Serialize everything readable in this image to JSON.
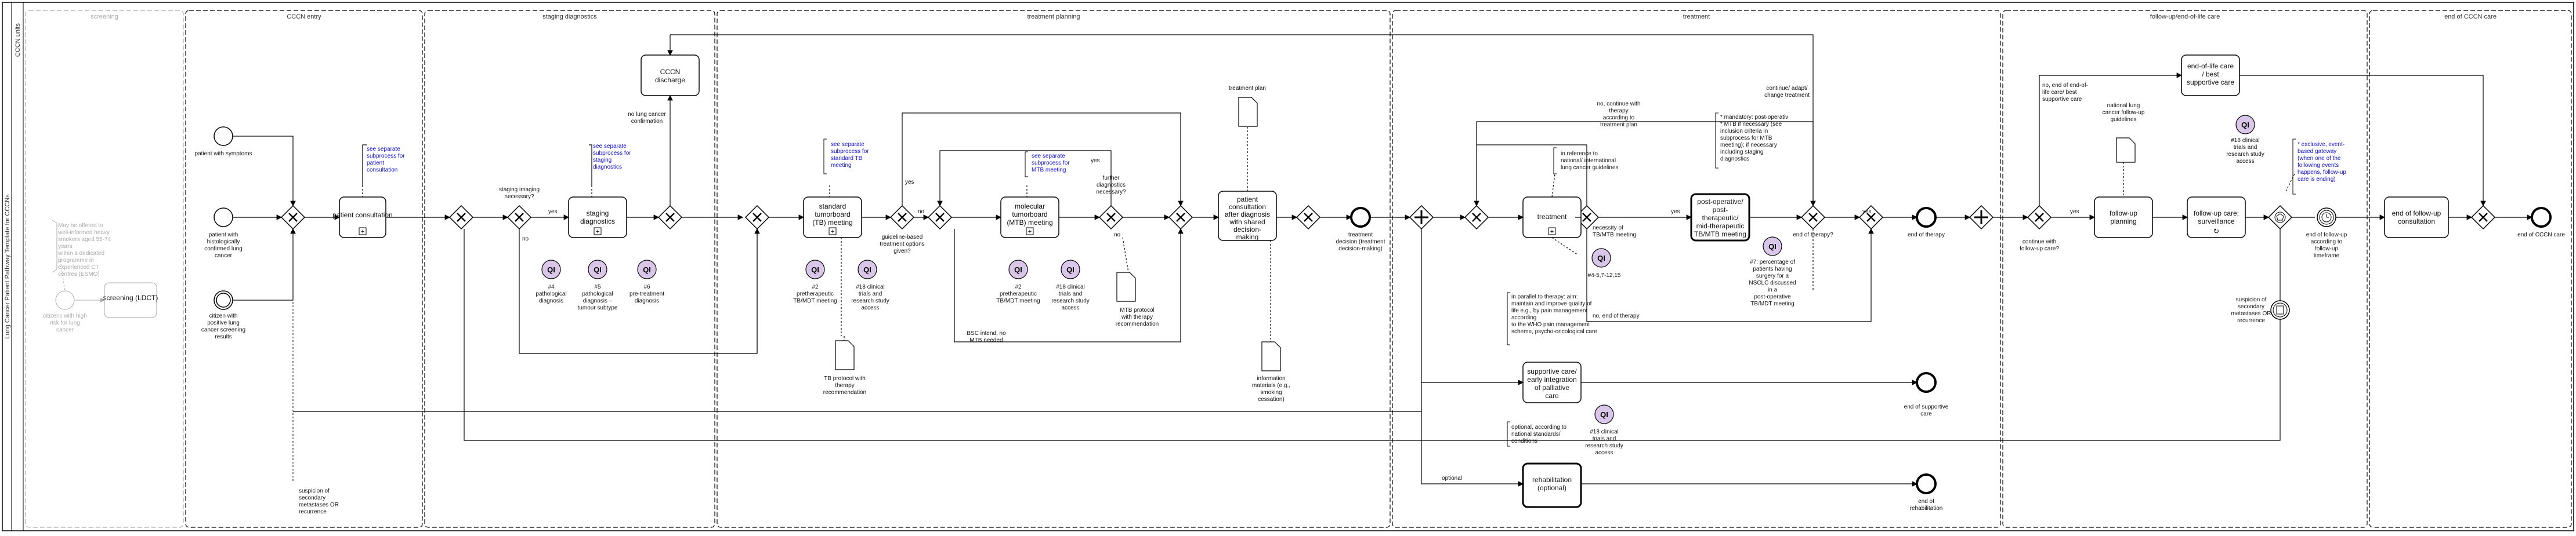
{
  "diagram": {
    "pool_title": "Lung Cancer Patient Pathway Template for CCCNs",
    "lane_title": "CCCN units",
    "phases": [
      "screening",
      "CCCN entry",
      "staging diagnostics",
      "treatment planning",
      "treatment",
      "follow-up/end-of-life care",
      "end of CCCN care"
    ],
    "screening": {
      "note": "May be offered to well-informed heavy smokers aged 55-74 years within a dedicated programme in experienced CT centres (ESMO)",
      "start": "citizens with high risk for lung cancer",
      "task": "screening (LDCT)"
    },
    "entry": {
      "start1": "patient with symptoms",
      "start2": "patient with histologically confirmed lung cancer",
      "start3": "citizen with positive lung cancer screening results",
      "note_blue": "see separate subprocess for patient consultation",
      "task": "patient consultation",
      "recurrence_label": "suspicion of secondary metastases OR recurrence"
    },
    "staging": {
      "gw_label": "staging imaging necessary?",
      "yes": "yes",
      "no": "no",
      "note_blue": "see separate subprocess for staging diagnostics",
      "task": "staging diagnostics",
      "discharge": "CCCN discharge",
      "no_confirm": "no lung cancer confirmation",
      "qi1": "#4 pathological diagnosis",
      "qi2": "#5 pathological diagnosis – tumour subtype",
      "qi3": "#6 pre-treatment diagnosis",
      "qi": "QI"
    },
    "planning": {
      "note1_blue": "see separate subprocess for standard TB meeting",
      "task1": "standard tumorboard (TB) meeting",
      "qi1": "#2 pretherapeutic TB/MDT meeting",
      "qi2": "#18 clinical trials and research study access",
      "gw_label": "guideline-based treatment options given?",
      "yes": "yes",
      "no": "no",
      "note2_blue": "see separate subprocess for MTB meeting",
      "task2": "molecular tumorboard (MTB) meeting",
      "qi3": "#2 pretherapeutic TB/MDT meeting",
      "qi4": "#18 clinical trials and research study access",
      "further": "further diagnostics necessary?",
      "doc1": "TB protocol with therapy recommendation",
      "doc2": "MTB protocol with therapy recommendation",
      "bsc": "BSC intend, no MTB needed",
      "task3": "patient consultation after diagnosis with shared decision-making",
      "doc3": "treatment plan",
      "doc4": "information materials (e.g., smoking cessation)",
      "end": "treatment decision (treatment decision-making)"
    },
    "treatment": {
      "continue_note": "no, continue with therapy according to treatment plan",
      "note_ref": "in reference to national/ international lung cancer guidelines",
      "task1": "treatment",
      "necessity": "necessity of TB/MTB meeting",
      "qi_small": "#4-5,7-12,15",
      "yes": "yes",
      "postop_note": "* mandatory: post-operative * MTB if necessary (see inclusion criteria in subprocess for MTB meeting); if necessary including staging diagnostics",
      "task2": "post-operative/ post-therapeutic/ mid-therapeutic TB/MTB meeting",
      "qi_post": "#7: percentage of patients having surgery for a NSCLC discussed in a post-operative TB/MDT meeting",
      "continue_adapt": "continue/ adapt/ change treatment",
      "end_gw": "end of therapy?",
      "no_end": "no, end of therapy",
      "end_therapy": "end of therapy",
      "pall_note": "in parallel to therapy: aim: maintain and improve quality of life e.g., by pain management according to the WHO pain management scheme, psycho-oncological care",
      "task3": "supportive care/ early integration of palliative care",
      "qi3": "#18 clinical trials and research study access",
      "end_supp": "end of supportive care",
      "rehab_note": "optional, according to national standards/ conditions",
      "task4": "rehabilitation (optional)",
      "optional": "optional",
      "end_rehab": "end of rehabilitation"
    },
    "followup": {
      "gw_label": "continue with follow-up care?",
      "no_label": "no, end of end-of-life care/ best supportive care",
      "guideline_doc": "national lung cancer follow-up guidelines",
      "yes": "yes",
      "task1": "follow-up planning",
      "task2": "follow-up care; surveillance",
      "task3": "end-of-life care / best supportive care",
      "qi": "#18 clinical trials and research study access",
      "note_blue": "* exclusive, event-based gateway (when one of the following events happens, follow-up care is ending)",
      "timer": "end of follow-up according to follow-up timeframe",
      "suspicion": "suspicion of secondary metastases OR recurrence"
    },
    "end_phase": {
      "task": "end of follow-up consultation",
      "end": "end of CCCN care"
    }
  }
}
